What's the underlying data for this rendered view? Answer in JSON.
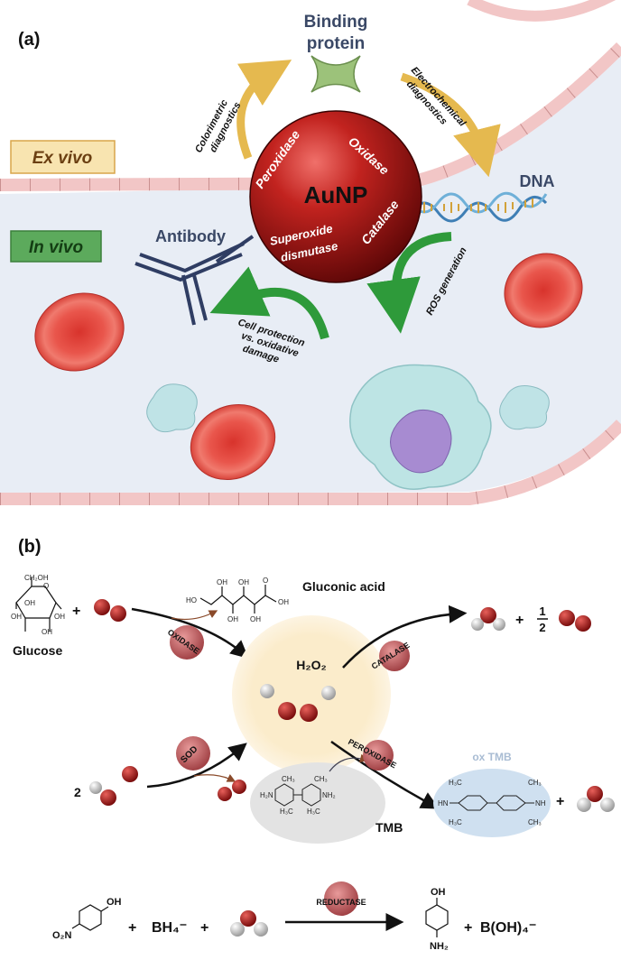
{
  "panel_a": {
    "label": "(a)",
    "binding_protein": [
      "Binding",
      "protein"
    ],
    "colorimetric": [
      "Colorimetric",
      "diagnostics"
    ],
    "electrochemical": [
      "Electrochemical",
      "diagnostics"
    ],
    "ex_vivo": "Ex vivo",
    "in_vivo": "In vivo",
    "dna": "DNA",
    "antibody": "Antibody",
    "aunp": {
      "center": "AuNP",
      "peroxidase": "Peroxidase",
      "oxidase": "Oxidase",
      "catalase": "Catalase",
      "sod": [
        "Superoxide",
        "dismutase"
      ]
    },
    "cell_protection": [
      "Cell protection",
      "vs. oxidative",
      "damage"
    ],
    "ros": "ROS generation",
    "colors": {
      "aunp": "#b3171b",
      "ex_vivo_box": "#f8e4b0",
      "in_vivo_box": "#5caa5c",
      "vessel": "#e8edf5",
      "wall": "#f2c6c6"
    }
  },
  "panel_b": {
    "label": "(b)",
    "glucose": {
      "name": "Glucose",
      "atoms": [
        "CH₂OH",
        "O",
        "OH",
        "OH",
        "OH",
        "OH"
      ]
    },
    "gluconic_acid": {
      "name": "Gluconic acid",
      "atoms": [
        "HO",
        "OH",
        "OH",
        "O",
        "OH",
        "OH",
        "OH"
      ]
    },
    "plus": "+",
    "oxidase": "OXIDASE",
    "h2o2": "H₂O₂",
    "catalase": "CATALASE",
    "half": [
      "1",
      "2"
    ],
    "sod": "SOD",
    "two": "2",
    "peroxidase": "PEROXIDASE",
    "ox_tmb": {
      "name": "ox TMB",
      "atoms": [
        "H₃C",
        "CH₃",
        "HN",
        "NH",
        "H₃C",
        "CH₃"
      ]
    },
    "tmb": {
      "name": "TMB",
      "atoms": [
        "CH₃",
        "CH₃",
        "H₂N",
        "NH₂",
        "H₃C",
        "H₃C"
      ]
    },
    "nitrophenol": {
      "atoms": [
        "OH",
        "O₂N"
      ]
    },
    "borohydride": "BH₄⁻",
    "reductase": "REDUCTASE",
    "aminophenol": {
      "atoms": [
        "OH",
        "NH₂"
      ]
    },
    "borate": "B(OH)₄⁻"
  }
}
